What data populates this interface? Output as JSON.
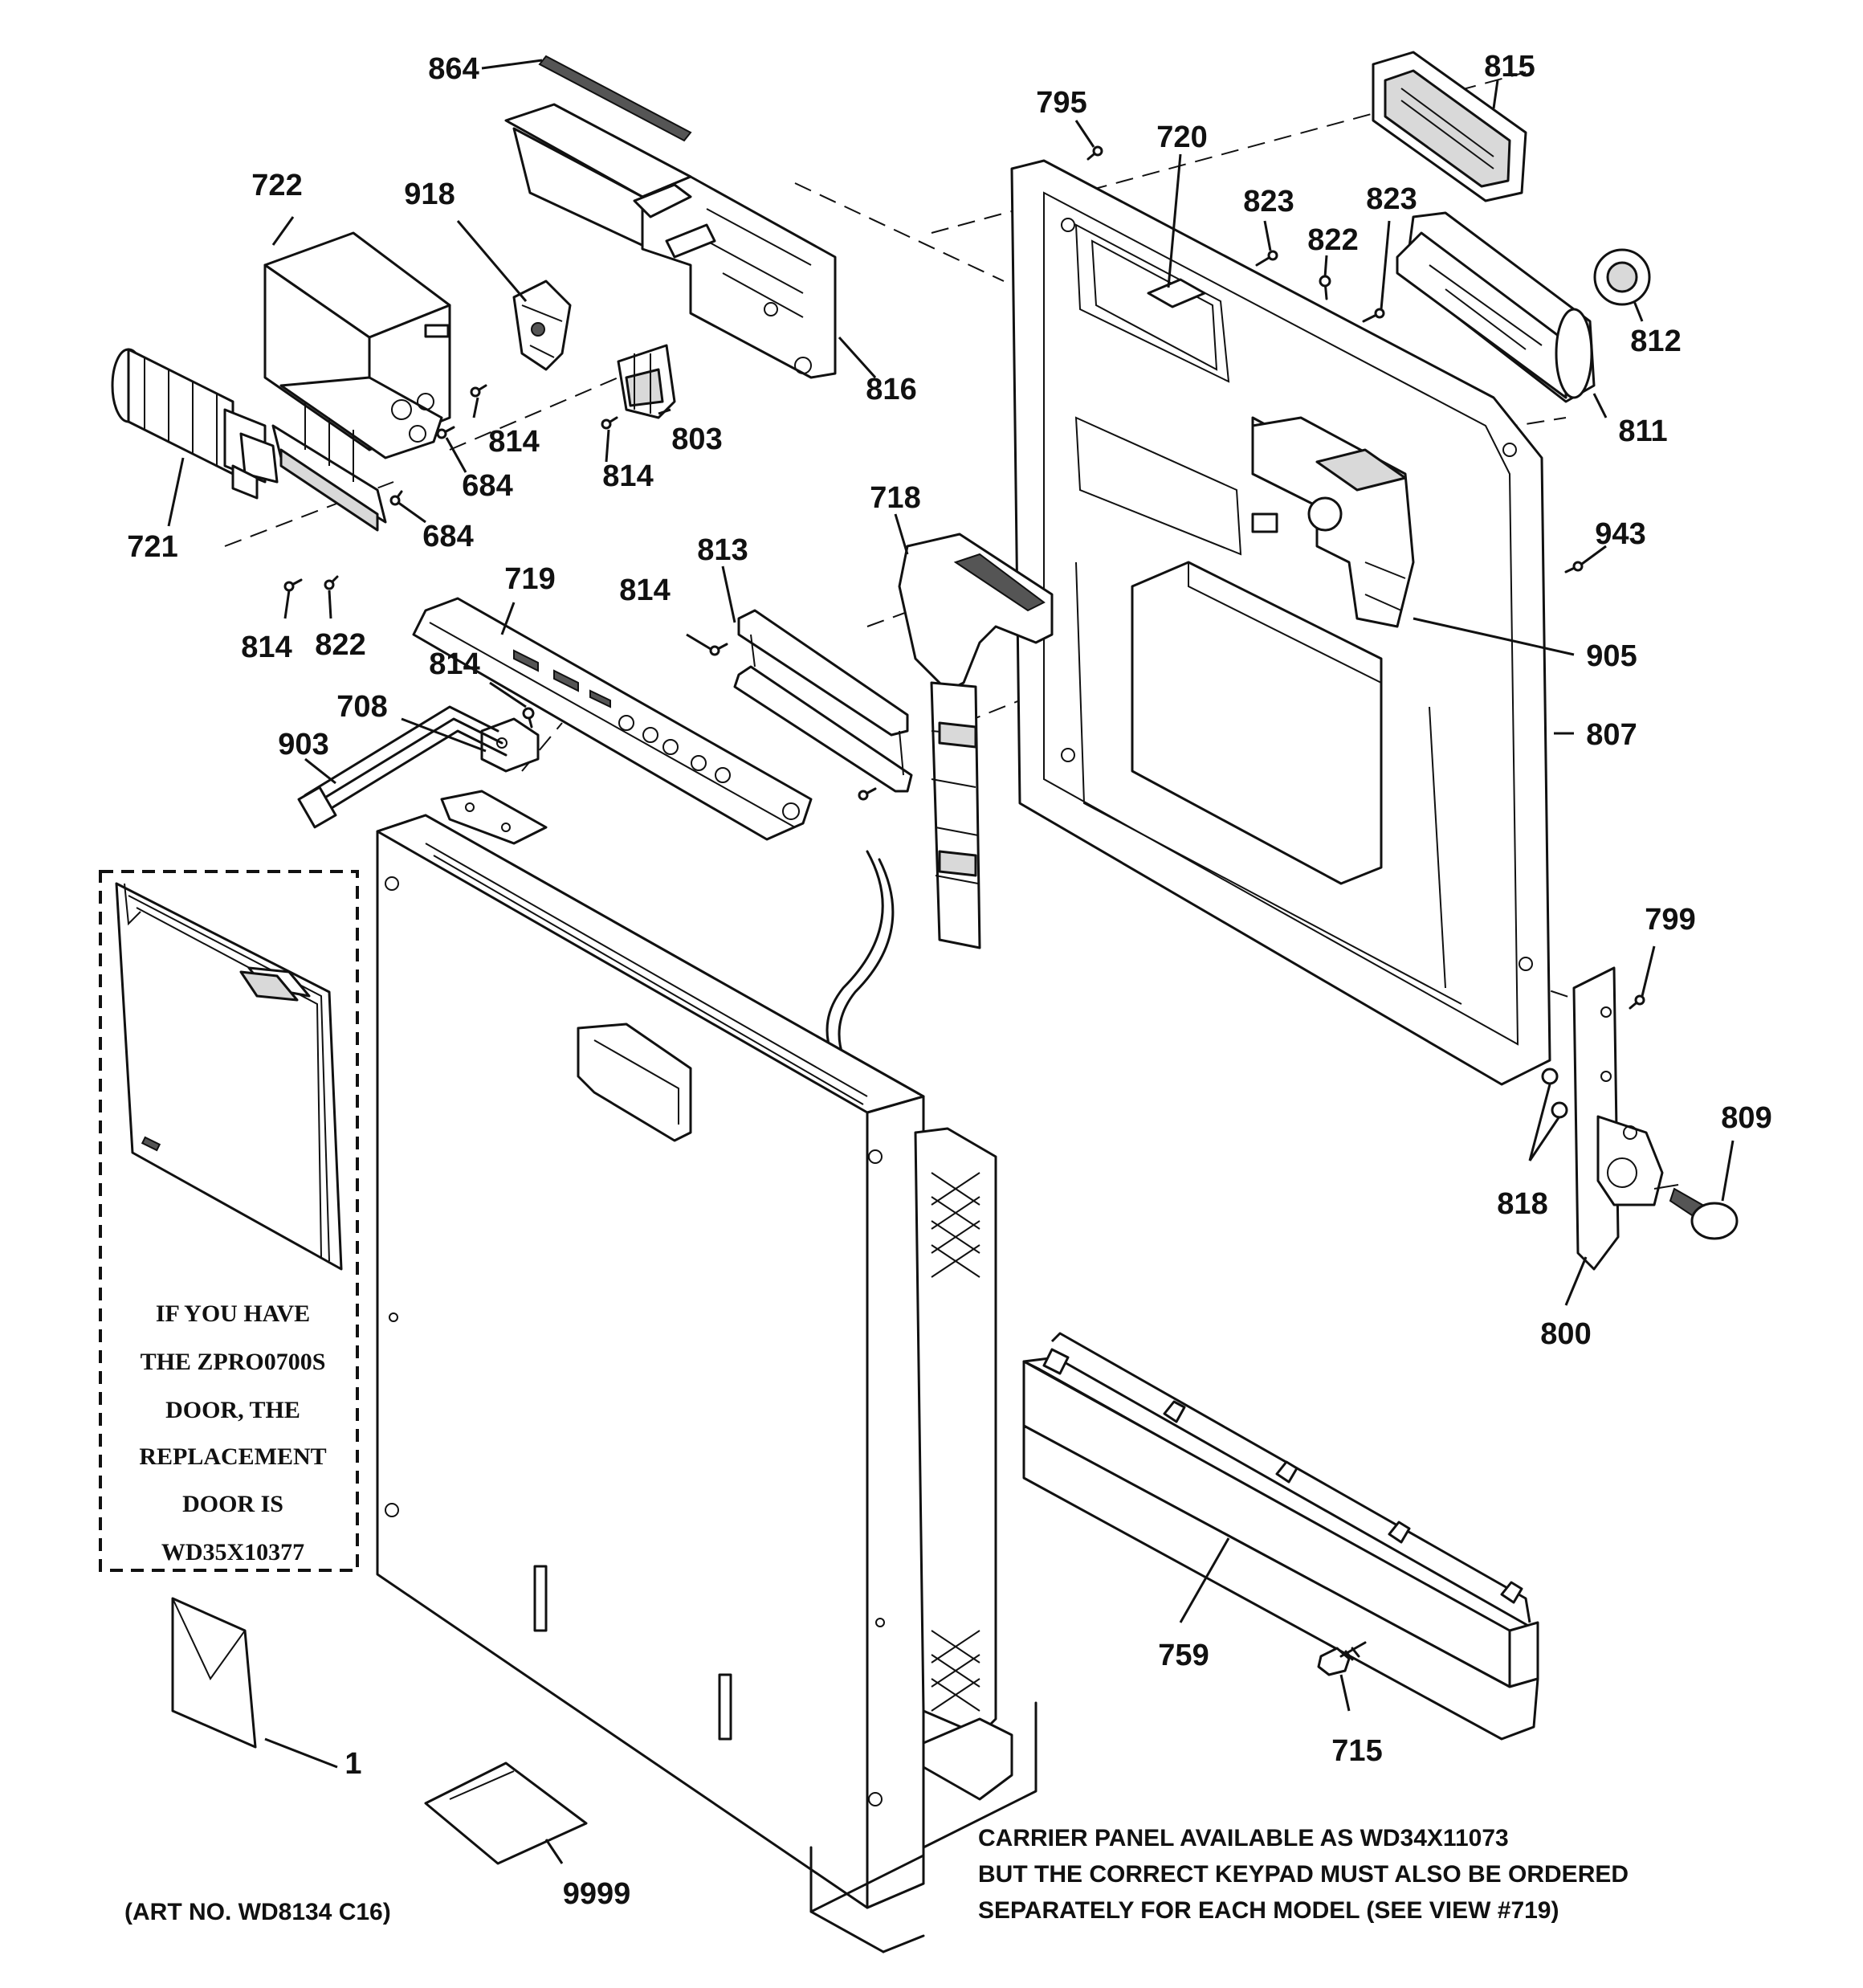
{
  "part_labels": [
    {
      "id": "864",
      "text": "864"
    },
    {
      "id": "722",
      "text": "722"
    },
    {
      "id": "918",
      "text": "918"
    },
    {
      "id": "816",
      "text": "816"
    },
    {
      "id": "814a",
      "text": "814"
    },
    {
      "id": "803",
      "text": "803"
    },
    {
      "id": "814b",
      "text": "814"
    },
    {
      "id": "684a",
      "text": "684"
    },
    {
      "id": "684b",
      "text": "684"
    },
    {
      "id": "721",
      "text": "721"
    },
    {
      "id": "814c",
      "text": "814"
    },
    {
      "id": "822a",
      "text": "822"
    },
    {
      "id": "719",
      "text": "719"
    },
    {
      "id": "814d",
      "text": "814"
    },
    {
      "id": "708",
      "text": "708"
    },
    {
      "id": "903",
      "text": "903"
    },
    {
      "id": "813",
      "text": "813"
    },
    {
      "id": "814e",
      "text": "814"
    },
    {
      "id": "718",
      "text": "718"
    },
    {
      "id": "795",
      "text": "795"
    },
    {
      "id": "720",
      "text": "720"
    },
    {
      "id": "823a",
      "text": "823"
    },
    {
      "id": "822b",
      "text": "822"
    },
    {
      "id": "823b",
      "text": "823"
    },
    {
      "id": "815",
      "text": "815"
    },
    {
      "id": "812",
      "text": "812"
    },
    {
      "id": "811",
      "text": "811"
    },
    {
      "id": "943",
      "text": "943"
    },
    {
      "id": "905",
      "text": "905"
    },
    {
      "id": "807",
      "text": "807"
    },
    {
      "id": "799",
      "text": "799"
    },
    {
      "id": "809",
      "text": "809"
    },
    {
      "id": "818",
      "text": "818"
    },
    {
      "id": "800",
      "text": "800"
    },
    {
      "id": "759",
      "text": "759"
    },
    {
      "id": "715",
      "text": "715"
    },
    {
      "id": "1",
      "text": "1"
    },
    {
      "id": "9999",
      "text": "9999"
    }
  ],
  "inset_note": {
    "lines": [
      "IF YOU HAVE",
      "THE ZPRO0700S",
      "DOOR, THE",
      "REPLACEMENT",
      "DOOR IS",
      "WD35X10377"
    ]
  },
  "carrier_note": {
    "lines": [
      "CARRIER PANEL AVAILABLE AS WD34X11073",
      "BUT THE CORRECT KEYPAD MUST ALSO BE ORDERED",
      "SEPARATELY FOR EACH MODEL (SEE VIEW #719)"
    ]
  },
  "art_number": "(ART NO. WD8134 C16)"
}
